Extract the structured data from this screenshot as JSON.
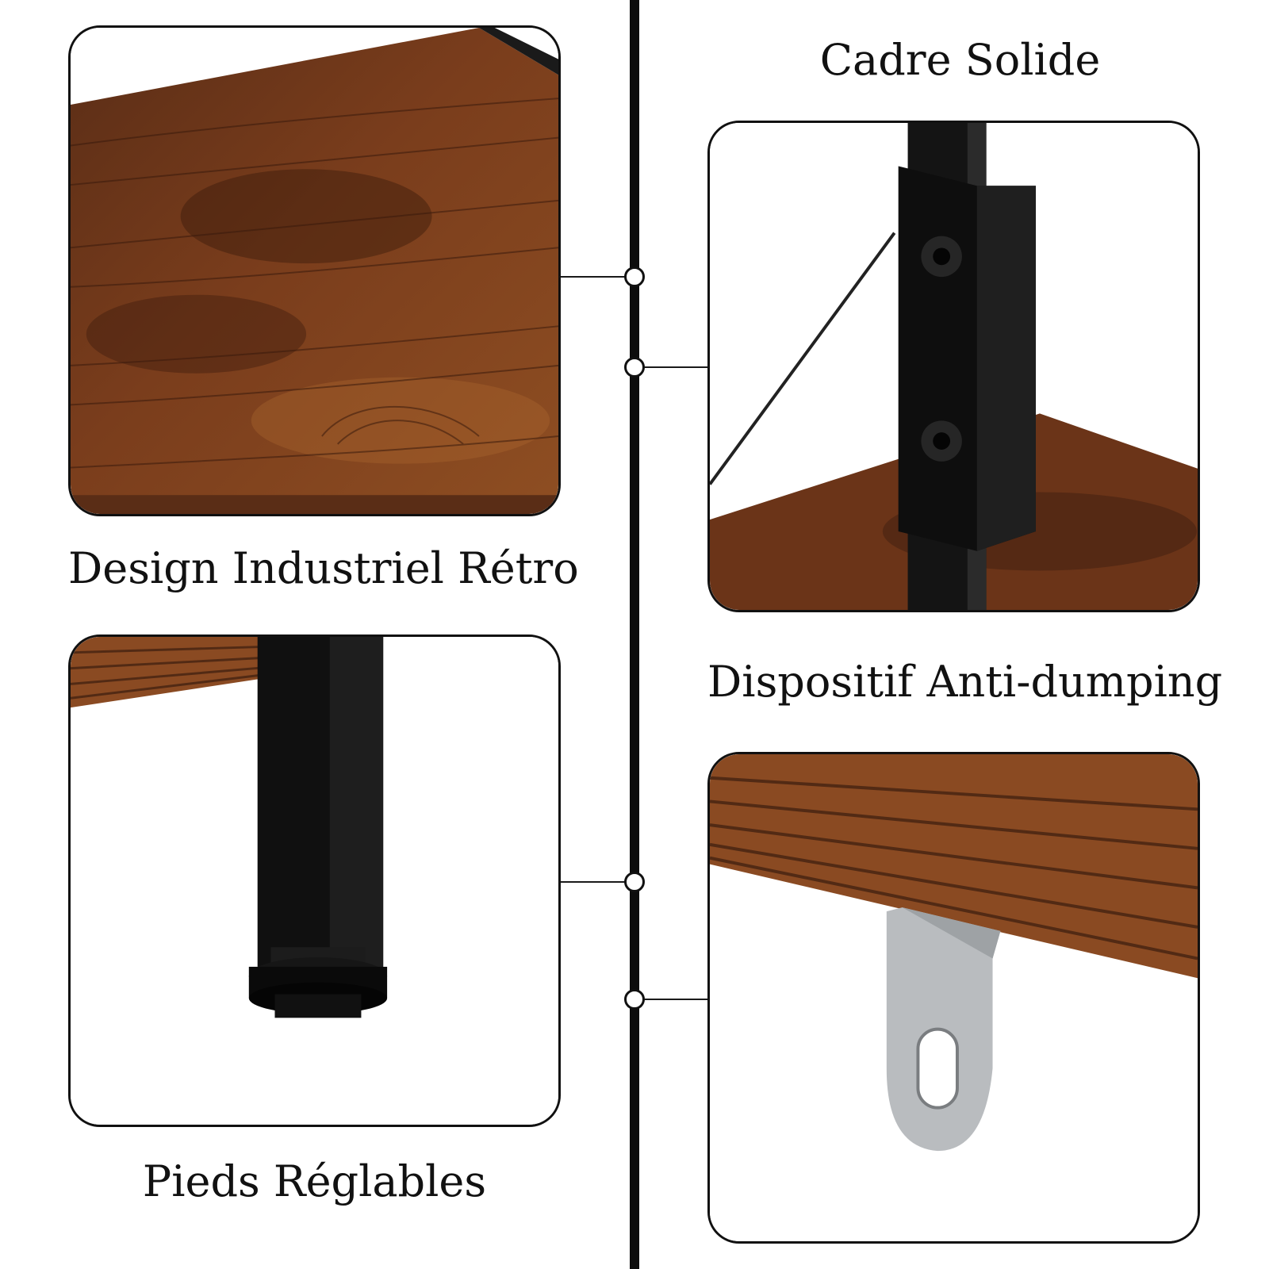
{
  "features": [
    {
      "id": "retro",
      "caption": "Design Industriel Rétro"
    },
    {
      "id": "frame",
      "caption": "Cadre Solide"
    },
    {
      "id": "feet",
      "caption": "Pieds Réglables"
    },
    {
      "id": "antitip",
      "caption": "Dispositif Anti-dumping"
    }
  ],
  "colors": {
    "wood_dark": "#3b1d0f",
    "wood_mid": "#6b3418",
    "wood_light": "#9a5a2a",
    "metal_black": "#111111",
    "bracket_silver": "#b9bcbf",
    "line": "#0d0d0d"
  }
}
